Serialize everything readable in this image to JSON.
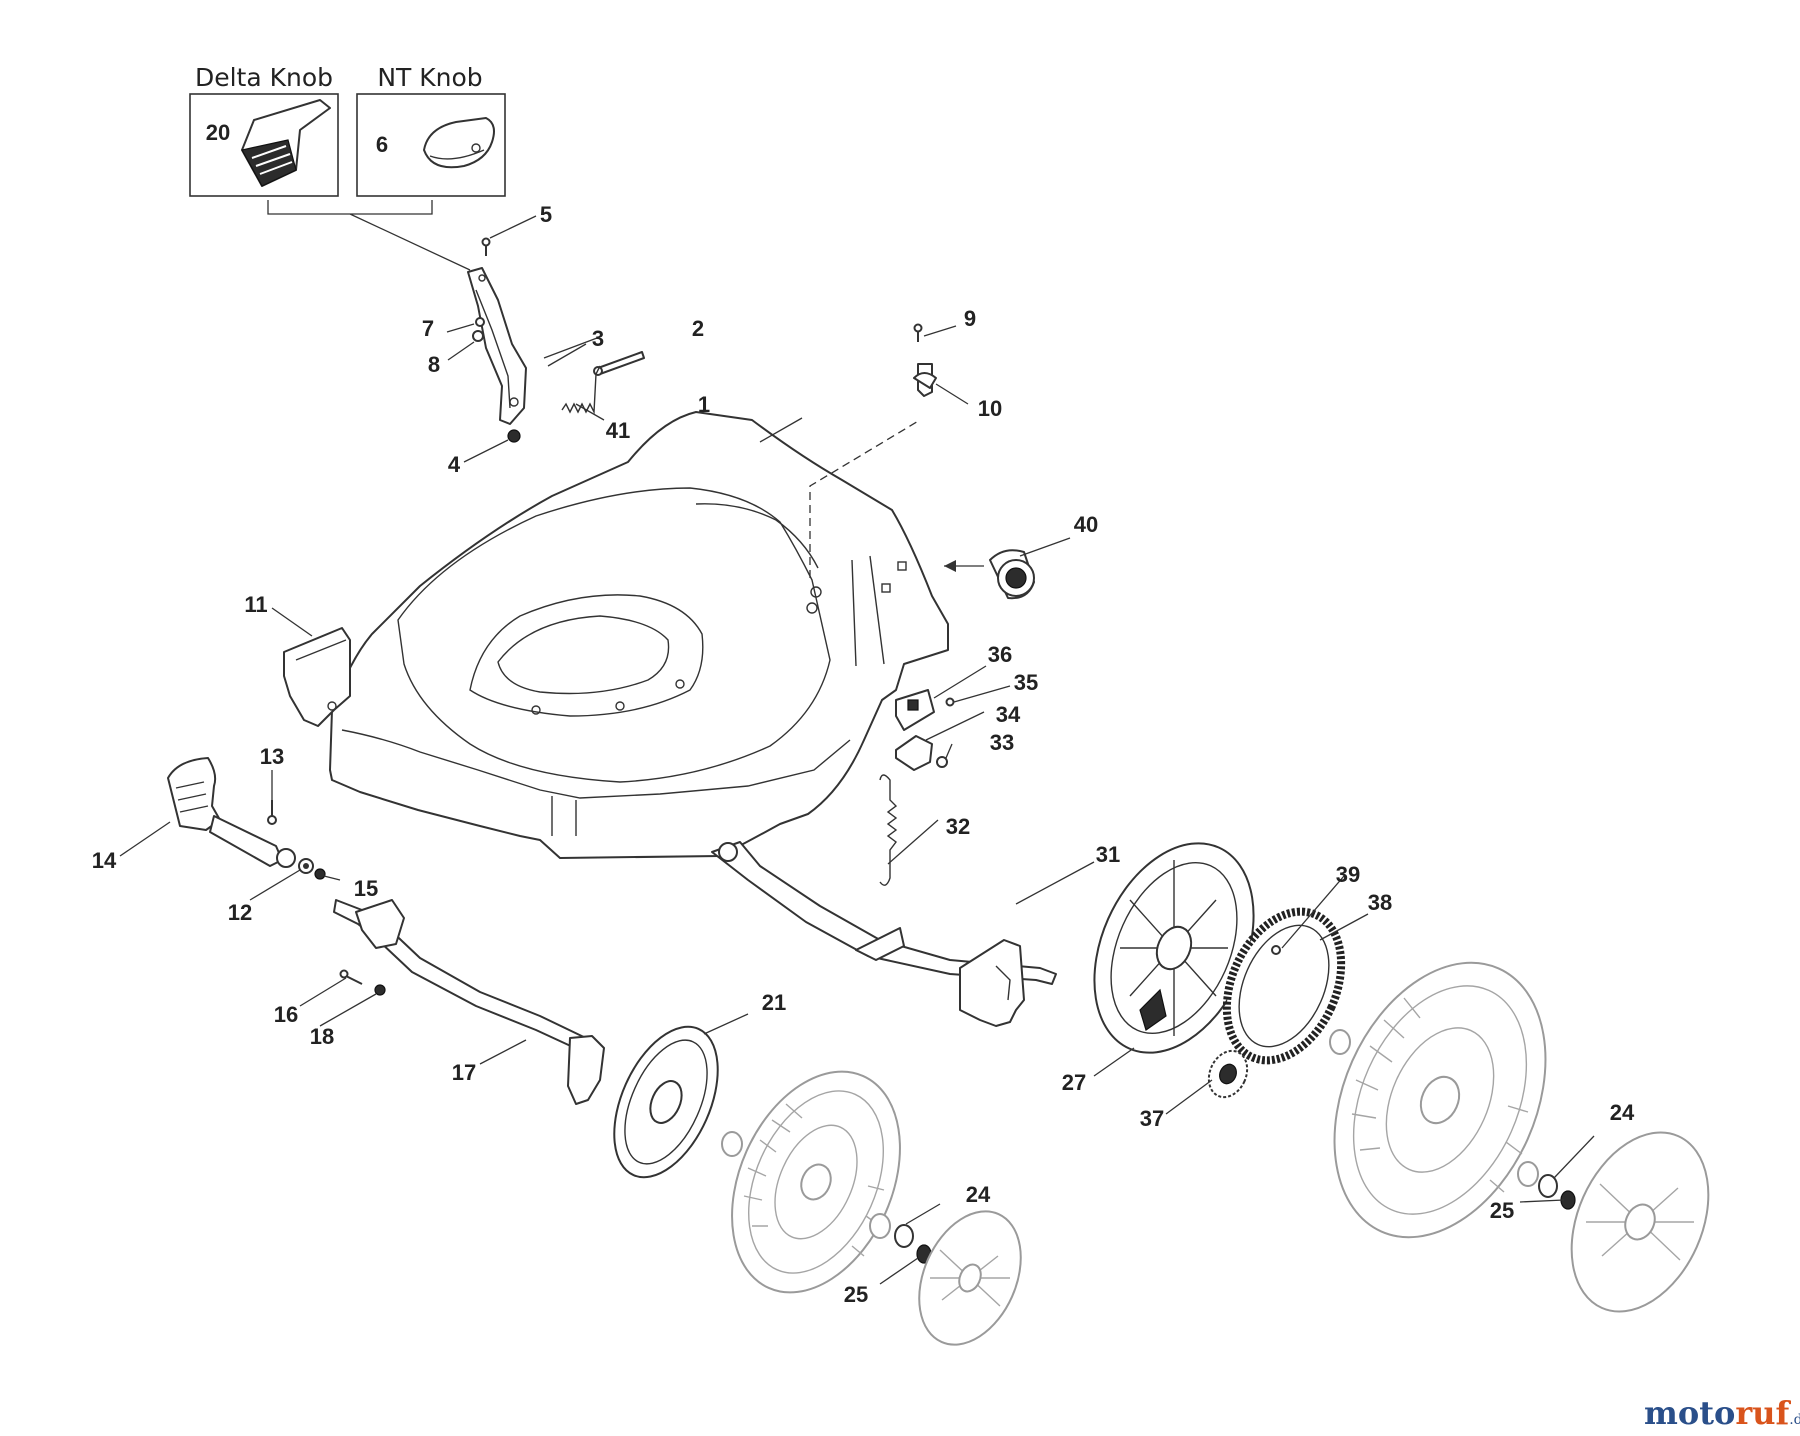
{
  "boxes": {
    "delta_knob_title": "Delta Knob",
    "nt_knob_title": "NT Knob"
  },
  "parts": [
    {
      "id": "p1",
      "label": "1"
    },
    {
      "id": "p2",
      "label": "2"
    },
    {
      "id": "p3",
      "label": "3"
    },
    {
      "id": "p4",
      "label": "4"
    },
    {
      "id": "p5",
      "label": "5"
    },
    {
      "id": "p6",
      "label": "6"
    },
    {
      "id": "p7",
      "label": "7"
    },
    {
      "id": "p8",
      "label": "8"
    },
    {
      "id": "p9",
      "label": "9"
    },
    {
      "id": "p10",
      "label": "10"
    },
    {
      "id": "p11",
      "label": "11"
    },
    {
      "id": "p12",
      "label": "12"
    },
    {
      "id": "p13",
      "label": "13"
    },
    {
      "id": "p14",
      "label": "14"
    },
    {
      "id": "p15",
      "label": "15"
    },
    {
      "id": "p16",
      "label": "16"
    },
    {
      "id": "p17",
      "label": "17"
    },
    {
      "id": "p18",
      "label": "18"
    },
    {
      "id": "p20",
      "label": "20"
    },
    {
      "id": "p21",
      "label": "21"
    },
    {
      "id": "p24a",
      "label": "24"
    },
    {
      "id": "p24b",
      "label": "24"
    },
    {
      "id": "p25a",
      "label": "25"
    },
    {
      "id": "p25b",
      "label": "25"
    },
    {
      "id": "p27",
      "label": "27"
    },
    {
      "id": "p31",
      "label": "31"
    },
    {
      "id": "p32",
      "label": "32"
    },
    {
      "id": "p33",
      "label": "33"
    },
    {
      "id": "p34",
      "label": "34"
    },
    {
      "id": "p35",
      "label": "35"
    },
    {
      "id": "p36",
      "label": "36"
    },
    {
      "id": "p37",
      "label": "37"
    },
    {
      "id": "p38",
      "label": "38"
    },
    {
      "id": "p39",
      "label": "39"
    },
    {
      "id": "p40",
      "label": "40"
    },
    {
      "id": "p41",
      "label": "41"
    }
  ],
  "watermark": {
    "part1": "moto",
    "part2": "ruf",
    "suffix": ".de"
  }
}
